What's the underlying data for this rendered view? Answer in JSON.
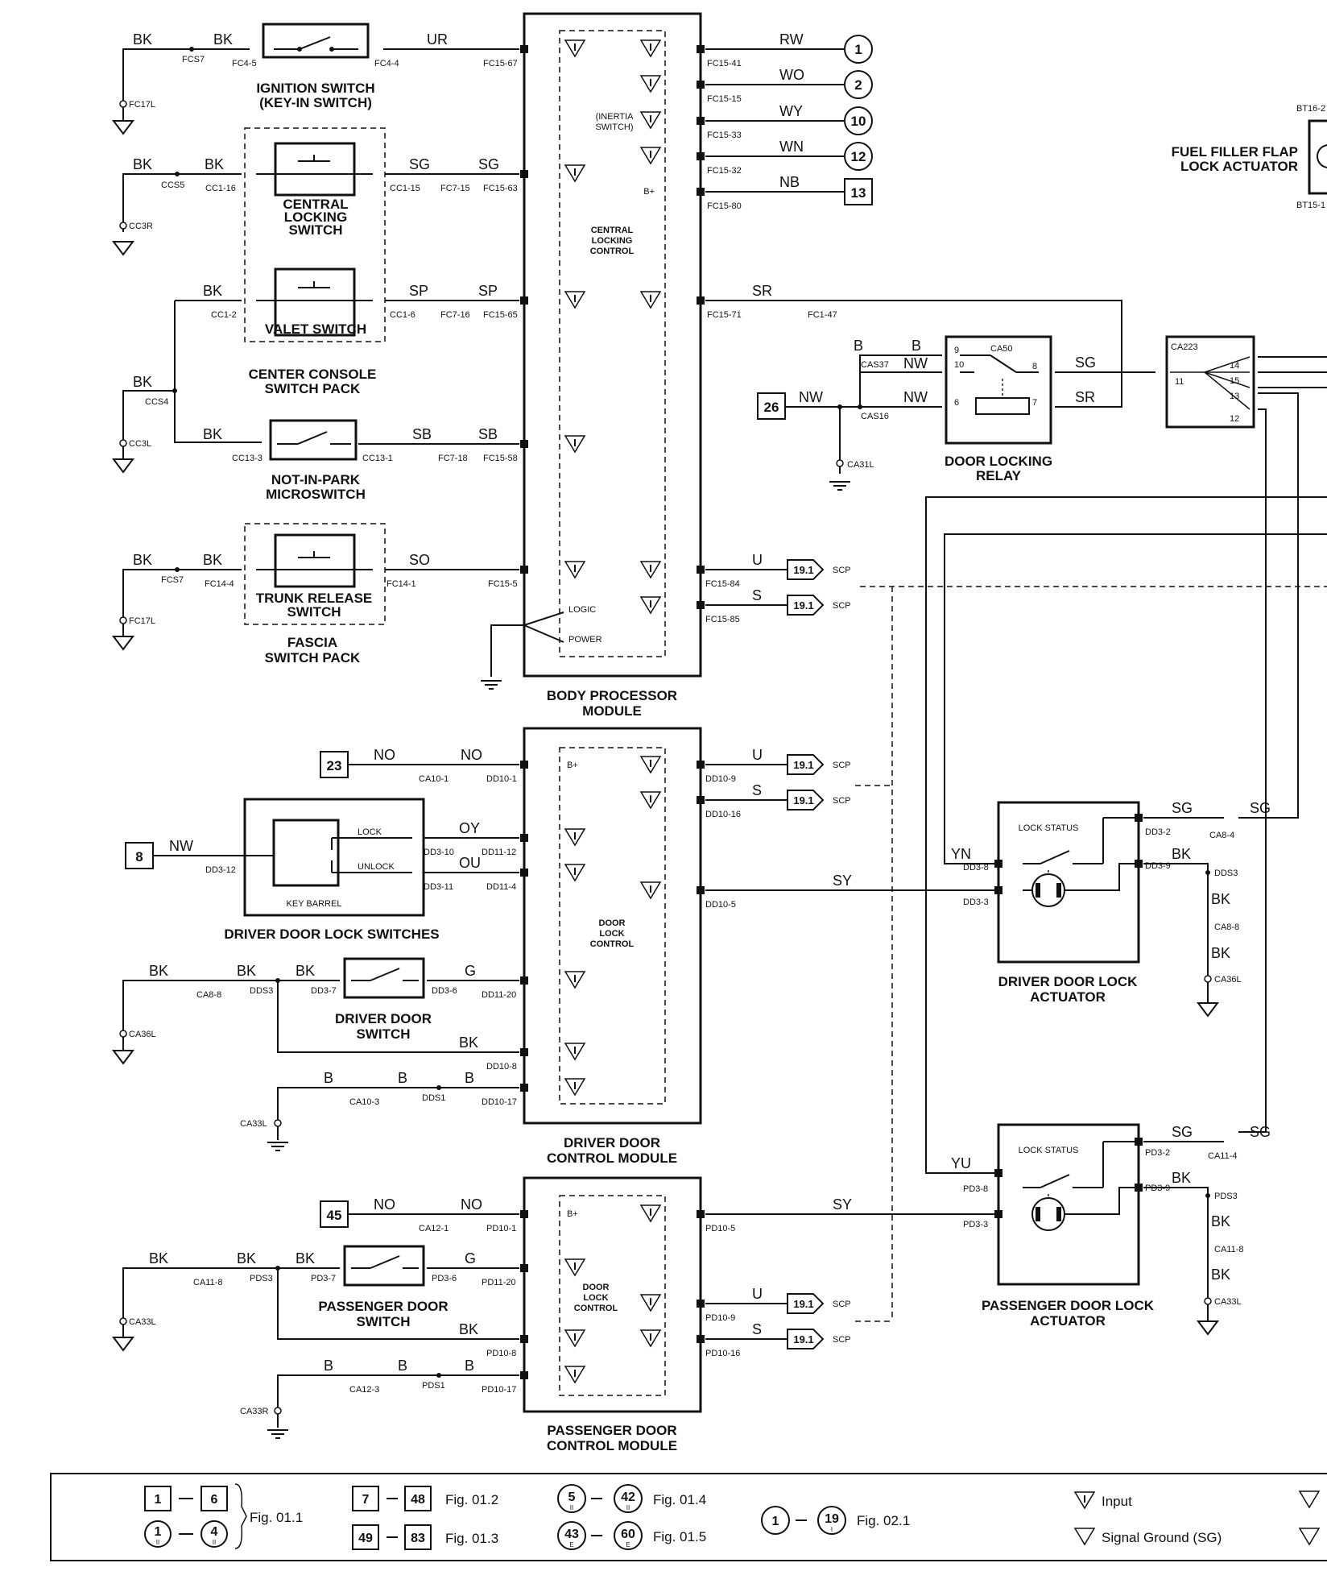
{
  "components": {
    "ignition": {
      "title1": "IGNITION SWITCH",
      "title2": "(KEY-IN SWITCH)"
    },
    "central_locking": {
      "title1": "CENTRAL",
      "title2": "LOCKING",
      "title3": "SWITCH"
    },
    "valet": {
      "title": "VALET SWITCH"
    },
    "center_console": {
      "title1": "CENTER CONSOLE",
      "title2": "SWITCH PACK"
    },
    "nip": {
      "title1": "NOT-IN-PARK",
      "title2": "MICROSWITCH"
    },
    "trunk": {
      "title1": "TRUNK RELEASE",
      "title2": "SWITCH"
    },
    "fascia": {
      "title1": "FASCIA",
      "title2": "SWITCH PACK"
    },
    "bpm": {
      "title1": "BODY PROCESSOR",
      "title2": "MODULE",
      "inner1": "CENTRAL",
      "inner2": "LOCKING",
      "inner3": "CONTROL",
      "inertia1": "(INERTIA",
      "inertia2": "SWITCH)",
      "bplus": "B+",
      "logic": "LOGIC",
      "power": "POWER"
    },
    "door_relay": {
      "title1": "DOOR LOCKING",
      "title2": "RELAY",
      "conn": "CA50"
    },
    "fuel": {
      "title1": "FUEL FILLER FLAP",
      "title2": "LOCK ACTUATOR",
      "c1": "BT16-2",
      "c2": "BT15-1"
    },
    "ddcm": {
      "title1": "DRIVER DOOR",
      "title2": "CONTROL MODULE",
      "inner1": "DOOR",
      "inner2": "LOCK",
      "inner3": "CONTROL",
      "bplus": "B+"
    },
    "pdcm": {
      "title1": "PASSENGER DOOR",
      "title2": "CONTROL MODULE",
      "inner1": "DOOR",
      "inner2": "LOCK",
      "inner3": "CONTROL",
      "bplus": "B+"
    },
    "ddls": {
      "title": "DRIVER DOOR LOCK SWITCHES",
      "lock": "LOCK",
      "unlock": "UNLOCK",
      "barrel": "KEY BARREL"
    },
    "dds": {
      "title1": "DRIVER DOOR",
      "title2": "SWITCH"
    },
    "pds": {
      "title1": "PASSENGER DOOR",
      "title2": "SWITCH"
    },
    "ddla": {
      "title1": "DRIVER DOOR LOCK",
      "title2": "ACTUATOR",
      "status": "LOCK STATUS"
    },
    "pdla": {
      "title1": "PASSENGER DOOR LOCK",
      "title2": "ACTUATOR",
      "status": "LOCK STATUS"
    },
    "splice": {
      "name": "CA223",
      "p14": "14",
      "p15": "15",
      "p13": "13",
      "p12": "12",
      "p11": "11"
    }
  },
  "wire_colors": {
    "bk": "BK",
    "ur": "UR",
    "sg": "SG",
    "sp": "SP",
    "sb": "SB",
    "so": "SO",
    "rw": "RW",
    "wo": "WO",
    "wy": "WY",
    "wn": "WN",
    "nb": "NB",
    "sr": "SR",
    "b": "B",
    "nw": "NW",
    "u": "U",
    "s": "S",
    "no": "NO",
    "oy": "OY",
    "ou": "OU",
    "g": "G",
    "sy": "SY",
    "yn": "YN",
    "yu": "YU"
  },
  "connectors": {
    "fcs7": "FCS7",
    "fc4_5": "FC4-5",
    "fc4_4": "FC4-4",
    "fc17l": "FC17L",
    "fc15_67": "FC15-67",
    "ccs5": "CCS5",
    "cc1_16": "CC1-16",
    "cc1_15": "CC1-15",
    "fc7_15": "FC7-15",
    "fc15_63": "FC15-63",
    "cc3r": "CC3R",
    "cc1_2": "CC1-2",
    "cc1_6": "CC1-6",
    "fc7_16": "FC7-16",
    "fc15_65": "FC15-65",
    "ccs4": "CCS4",
    "cc3l": "CC3L",
    "cc13_3": "CC13-3",
    "cc13_1": "CC13-1",
    "fc7_18": "FC7-18",
    "fc15_58": "FC15-58",
    "fc14_4": "FC14-4",
    "fc14_1": "FC14-1",
    "fc15_5": "FC15-5",
    "fc15_41": "FC15-41",
    "fc15_15": "FC15-15",
    "fc15_33": "FC15-33",
    "fc15_32": "FC15-32",
    "fc15_80": "FC15-80",
    "fc15_71": "FC15-71",
    "fc1_47": "FC1-47",
    "fc15_84": "FC15-84",
    "fc15_85": "FC15-85",
    "cas37": "CAS37",
    "cas16": "CAS16",
    "ca31l": "CA31L",
    "ca10_1": "CA10-1",
    "dd10_1": "DD10-1",
    "dd10_9": "DD10-9",
    "dd10_16": "DD10-16",
    "dd3_12": "DD3-12",
    "dd3_10": "DD3-10",
    "dd11_12": "DD11-12",
    "dd3_11": "DD3-11",
    "dd11_4": "DD11-4",
    "dd10_5": "DD10-5",
    "ca8_8": "CA8-8",
    "dds3": "DDS3",
    "dd3_7": "DD3-7",
    "dd3_6": "DD3-6",
    "dd11_20": "DD11-20",
    "ca36l": "CA36L",
    "dd10_8": "DD10-8",
    "ca10_3": "CA10-3",
    "dds1": "DDS1",
    "dd10_17": "DD10-17",
    "ca33l": "CA33L",
    "dd3_2": "DD3-2",
    "ca8_4": "CA8-4",
    "dd3_9": "DD3-9",
    "dd3_8": "DD3-8",
    "dd3_3": "DD3-3",
    "dds3b": "DDS3",
    "ca12_1": "CA12-1",
    "pd10_1": "PD10-1",
    "pd10_5": "PD10-5",
    "pd10_9": "PD10-9",
    "pd10_16": "PD10-16",
    "ca11_8": "CA11-8",
    "pds3": "PDS3",
    "pd3_7": "PD3-7",
    "pd3_6": "PD3-6",
    "pd11_20": "PD11-20",
    "pd10_8": "PD10-8",
    "ca12_3": "CA12-3",
    "pds1": "PDS1",
    "pd10_17": "PD10-17",
    "ca33r": "CA33R",
    "pd3_2": "PD3-2",
    "ca11_4": "CA11-4",
    "pd3_9": "PD3-9",
    "pd3_8": "PD3-8",
    "pd3_3": "PD3-3",
    "pds3b": "PDS3"
  },
  "refs": {
    "r1": "1",
    "r2": "2",
    "r10": "10",
    "r12": "12",
    "r13": "13",
    "r26": "26",
    "r23": "23",
    "r8": "8",
    "r45": "45",
    "scp_num": "19.1",
    "scp": "SCP"
  },
  "legend": {
    "b1": "1",
    "b6": "6",
    "fig011": "Fig. 01.1",
    "b7": "7",
    "b48": "48",
    "fig012": "Fig. 01.2",
    "b49": "49",
    "b83": "83",
    "fig013": "Fig. 01.3",
    "c5": "5",
    "c42": "42",
    "fig014": "Fig. 01.4",
    "c43": "43",
    "c60": "60",
    "fig015": "Fig. 01.5",
    "c1": "1",
    "c4": "4",
    "d1": "1",
    "d19": "19",
    "fig021": "Fig. 02.1",
    "input": "Input",
    "signal_ground": "Signal Ground (SG)",
    "sub_ii": "II",
    "sub_i": "I",
    "sub_e": "E"
  }
}
